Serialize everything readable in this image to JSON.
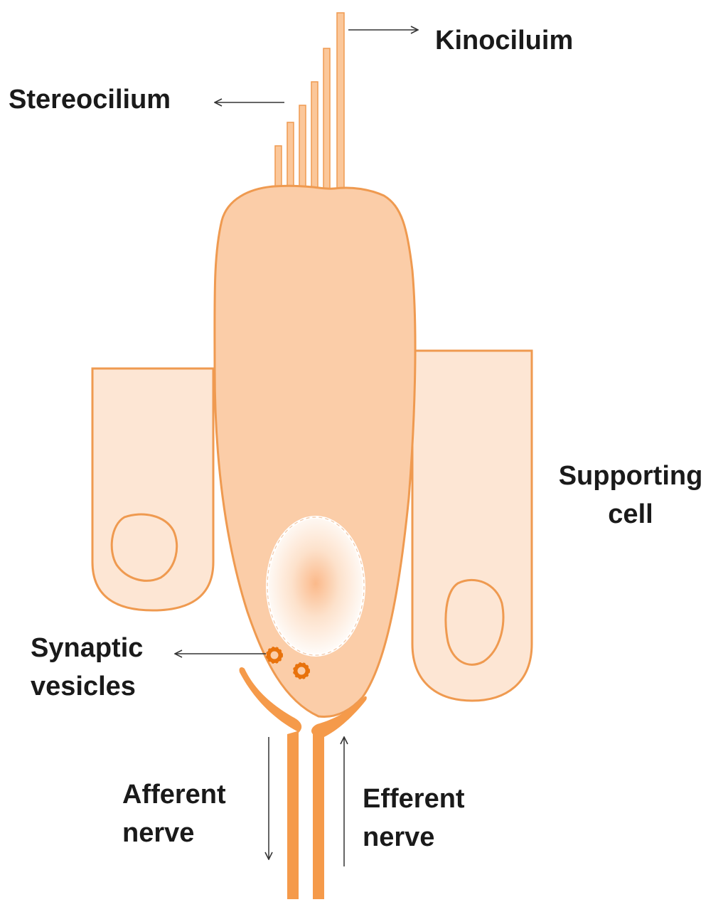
{
  "labels": {
    "kinocilium": "Kinociluim",
    "stereocilium": "Stereocilium",
    "supporting_cell": [
      "Supporting",
      "cell"
    ],
    "synaptic_vesicles": [
      "Synaptic",
      "vesicles"
    ],
    "afferent_nerve": [
      "Afferent",
      "nerve"
    ],
    "efferent_nerve": [
      "Efferent",
      "nerve"
    ]
  },
  "colors": {
    "outline": "#ef9a50",
    "hair_cell_fill": "#fbcda8",
    "supporting_cell_fill": "#fde6d4",
    "cilia_fill": "#fbc79a",
    "nerve": "#f59a4a",
    "vesicle": "#e8720c",
    "arrow": "#333333",
    "text": "#1a1a1a"
  }
}
